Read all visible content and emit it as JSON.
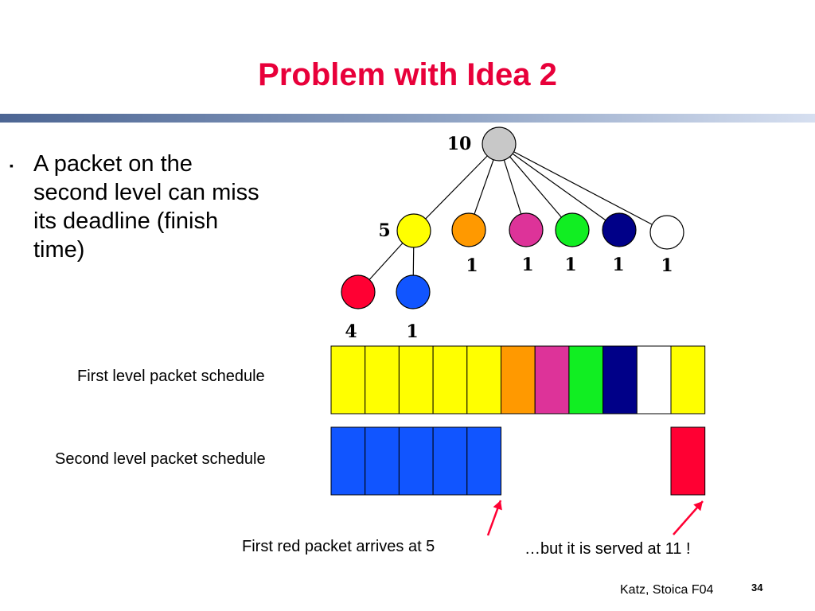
{
  "slide": {
    "title": "Problem with Idea 2",
    "bullet": "A packet on the second level can miss its deadline (finish time)",
    "footer": "Katz, Stoica F04",
    "page_number": "34"
  },
  "tree": {
    "root": {
      "label": "10",
      "color": "#c8c8c8"
    },
    "level1": [
      {
        "label": "5",
        "color": "#ffff00"
      },
      {
        "label": "1",
        "color": "#ff9900"
      },
      {
        "label": "1",
        "color": "#dd3399"
      },
      {
        "label": "1",
        "color": "#11ee22"
      },
      {
        "label": "1",
        "color": "#000088"
      },
      {
        "label": "1",
        "color": "#ffffff"
      }
    ],
    "level2": [
      {
        "label": "4",
        "color": "#ff0033"
      },
      {
        "label": "1",
        "color": "#1155ff"
      }
    ]
  },
  "schedules": {
    "first_level": {
      "label": "First level packet schedule",
      "slots": [
        "#ffff00",
        "#ffff00",
        "#ffff00",
        "#ffff00",
        "#ffff00",
        "#ff9900",
        "#dd3399",
        "#11ee22",
        "#000088",
        "#ffffff",
        "#ffff00"
      ]
    },
    "second_level": {
      "label": "Second level packet schedule",
      "slots": [
        "#1155ff",
        "#1155ff",
        "#1155ff",
        "#1155ff",
        "#1155ff",
        null,
        null,
        null,
        null,
        null,
        "#ff0033"
      ]
    }
  },
  "annotations": {
    "arrival": "First red packet arrives at 5",
    "served": "…but it is served at 11 !",
    "arrow_color": "#ff0033"
  }
}
